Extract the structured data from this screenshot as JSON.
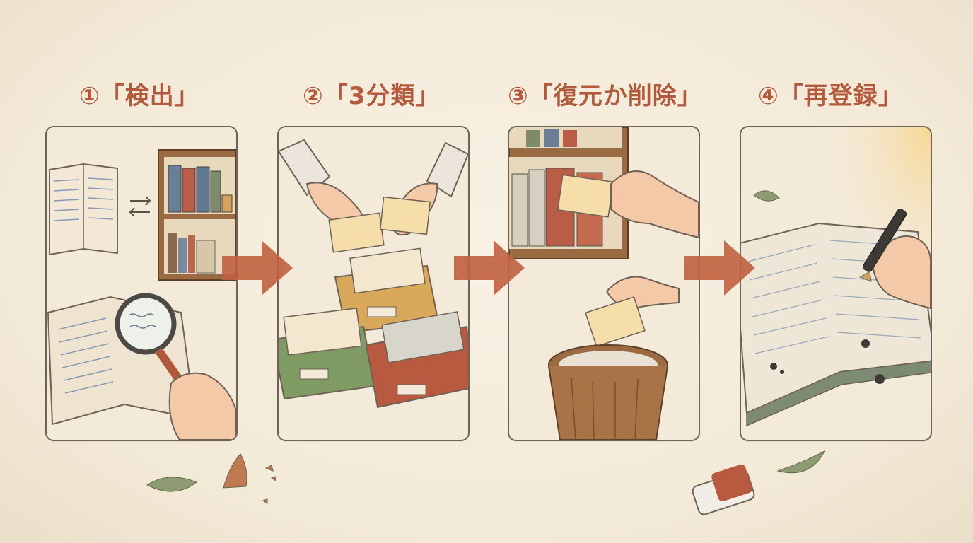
{
  "steps": [
    {
      "label": "①「検出」"
    },
    {
      "label": "②「3分類」"
    },
    {
      "label": "③「復元か削除」"
    },
    {
      "label": "④「再登録」"
    }
  ],
  "colors": {
    "title": "#b35a3c",
    "arrow": "#c0613f",
    "panel_border": "#6f6256",
    "paper": "#f4ead9",
    "box_yellow": "#d9a85a",
    "box_green": "#7f9a62",
    "box_red": "#b85a40",
    "wood": "#9a6a43"
  },
  "icons": [
    "book-icon",
    "bookshelf-icon",
    "swap-arrows-icon",
    "magnifier-icon",
    "hand-icon",
    "card-icon",
    "card-box-icon",
    "trash-bin-icon",
    "fountain-pen-icon",
    "ledger-icon",
    "eraser-icon",
    "leaf-icon",
    "flow-arrow-icon"
  ]
}
